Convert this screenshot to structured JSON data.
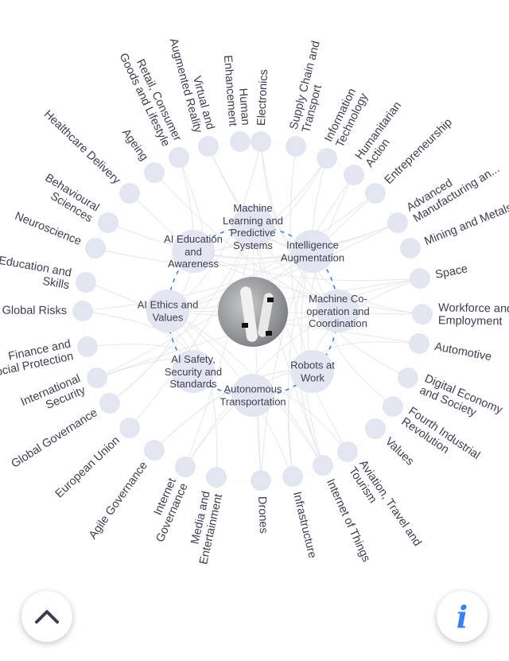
{
  "center": {
    "image": "robot-arms-photo"
  },
  "inner_topics": [
    "Machine\nLearning and\nPredictive\nSystems",
    "Intelligence\nAugmentation",
    "Machine Co-\noperation and\nCoordination",
    "Robots at\nWork",
    "Autonomous\nTransportation",
    "AI Safety,\nSecurity and\nStandards",
    "AI Ethics and\nValues",
    "AI Education\nand\nAwareness"
  ],
  "outer_topics": [
    "Electronics",
    "Supply Chain and\nTransport",
    "Information\nTechnology",
    "Humanitarian\nAction",
    "Entrepreneurship",
    "Advanced\nManufacturing an...",
    "Mining and Metals",
    "Space",
    "Workforce and\nEmployment",
    "Automotive",
    "Digital Economy\nand Society",
    "Fourth Industrial\nRevolution",
    "Values",
    "Aviation, Travel and\nTourism",
    "Internet of Things",
    "Infrastructure",
    "Drones",
    "Media and\nEntertainment",
    "Internet\nGovernance",
    "Agile Governance",
    "European Union",
    "Global Governance",
    "International\nSecurity",
    "Finance and\nSocial Protection",
    "Global Risks",
    "Education and\nSkills",
    "Neuroscience",
    "Behavioural\nSciences",
    "Healthcare Delivery",
    "Ageing",
    "Retail, Consumer\nGoods and Lifestyle",
    "Virtual and\nAugmented Reality",
    "Human\nEnhancement"
  ],
  "buttons": {
    "scroll_up": "chevron-up",
    "info": "i"
  },
  "colors": {
    "node": "#e3e6f1",
    "dashed_ring": "#4a7fd0",
    "info": "#3b82f0",
    "text": "#3d3d52"
  }
}
